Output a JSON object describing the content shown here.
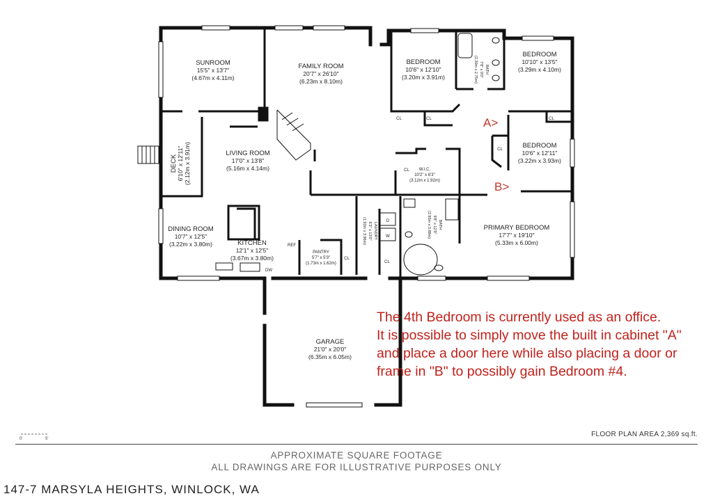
{
  "rooms": {
    "sunroom": {
      "name": "SUNROOM",
      "size": "15'5\" x 13'7\"",
      "metric": "(4.67m x 4.11m)"
    },
    "family": {
      "name": "FAMILY ROOM",
      "size": "20'7\" x 26'10\"",
      "metric": "(6.23m x 8.10m)"
    },
    "bedroom1": {
      "name": "BEDROOM",
      "size": "10'6\" x 12'10\"",
      "metric": "(3.20m x 3.91m)"
    },
    "bedroom2": {
      "name": "BEDROOM",
      "size": "10'10\" x 13'5\"",
      "metric": "(3.29m x 4.10m)"
    },
    "bedroom3": {
      "name": "BEDROOM",
      "size": "10'6\" x 12'11\"",
      "metric": "(3.22m x 3.93m)"
    },
    "bath1": {
      "name": "BATH",
      "size": "7'8\" x 9'0\"",
      "metric": "(2.30m x 2.75m)"
    },
    "deck": {
      "name": "DECK",
      "size": "6'10\" x 12'11\"",
      "metric": "(2.12m x 3.91m)"
    },
    "living": {
      "name": "LIVING ROOM",
      "size": "17'0\" x 13'8\"",
      "metric": "(5.16m x 4.14m)"
    },
    "wic": {
      "name": "W.I.C.",
      "size": "10'2\" x 6'3\"",
      "metric": "(3.12m x 1.92m)"
    },
    "dining": {
      "name": "DINING ROOM",
      "size": "10'7\" x 12'5\"",
      "metric": "(3.22m x 3.80m)"
    },
    "kitchen": {
      "name": "KITCHEN",
      "size": "12'1\" x 12'5\"",
      "metric": "(3.67m x 3.80m)"
    },
    "pantry": {
      "name": "PANTRY",
      "size": "5'7\" x 5'3\"",
      "metric": "(1.73m x 1.62m)"
    },
    "laundry": {
      "name": "LAUNDRY",
      "size": "6'3\" x 13'0\"",
      "metric": "(1.92m x 3.96m)"
    },
    "bath2": {
      "name": "BATH",
      "size": "9'8\" x 12'9\"",
      "metric": "(2.95m x 3.88m)"
    },
    "primary": {
      "name": "PRIMARY BEDROOM",
      "size": "17'7\" x 19'10\"",
      "metric": "(5.33m x 6.00m)"
    },
    "garage": {
      "name": "GARAGE",
      "size": "21'0\" x 20'0\"",
      "metric": "(6.35m x 6.05m)"
    }
  },
  "fixtures": {
    "closet": "CL",
    "ref": "REF",
    "dw": "DW",
    "washer": "W",
    "dryer": "D"
  },
  "markers": {
    "a": "A>",
    "b": "B>"
  },
  "note_lines": [
    "The 4th Bedroom is currently used as an office.",
    "It is possible to simply move the built in cabinet \"A\"",
    "and place a door here while also placing a door or",
    "frame in \"B\" to  possibly gain Bedroom #4."
  ],
  "colors": {
    "wall": "#111111",
    "note": "#c0221c",
    "marker": "#c0392b"
  },
  "floor_area": "FLOOR PLAN AREA 2,369 sq.ft.",
  "scale": {
    "start": "0'",
    "end": "5'"
  },
  "footer": {
    "line1": "APPROXIMATE SQUARE FOOTAGE",
    "line2": "ALL DRAWINGS ARE FOR ILLUSTRATIVE PURPOSES ONLY"
  },
  "address": "147-7 MARSYLA HEIGHTS, WINLOCK, WA"
}
